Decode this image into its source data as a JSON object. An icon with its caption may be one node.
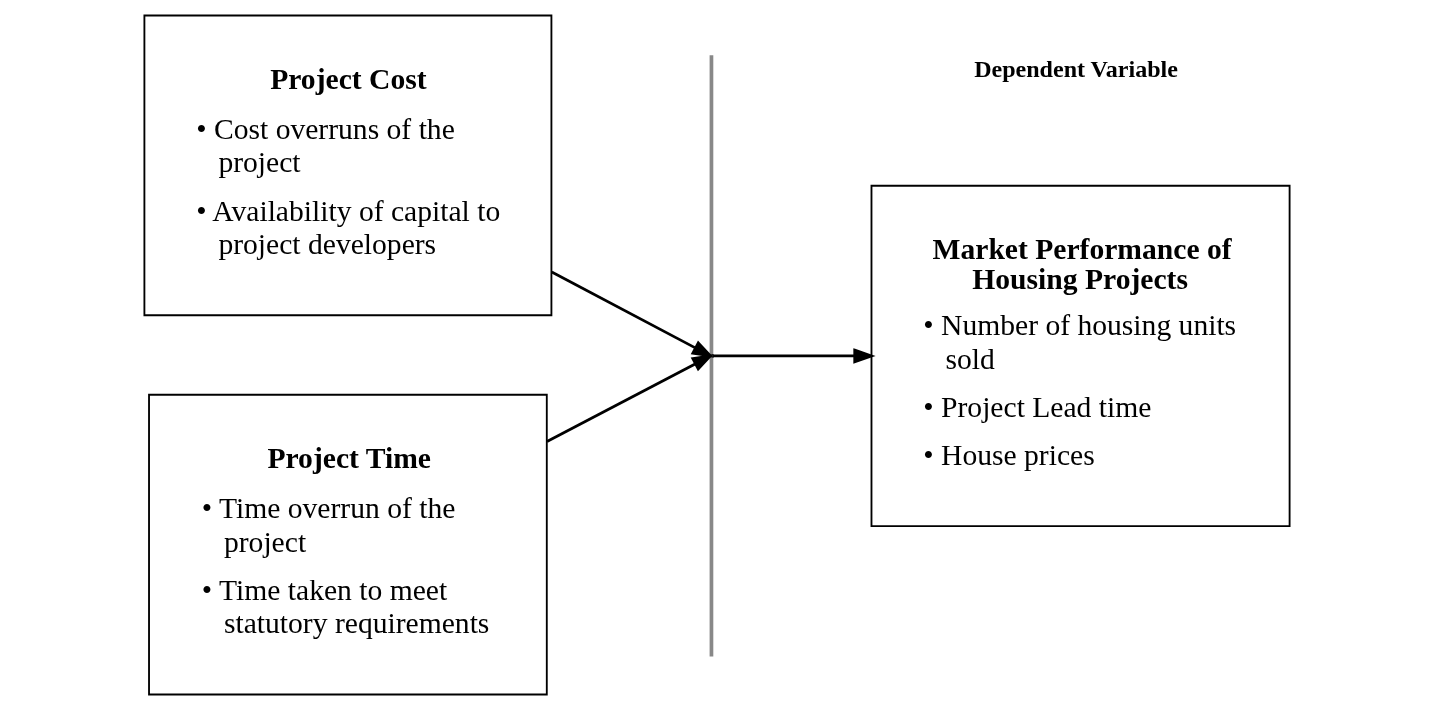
{
  "diagram": {
    "nodes": [
      {
        "text": [
          "Project Cost",
          "• Cost overruns of the project",
          "• Availability of capital to project developers"
        ]
      },
      {
        "text": [
          "Project Time",
          "• Time overrun of the project",
          "• Time taken to meet statutory requirements"
        ]
      },
      {
        "text": [],
        "shape": "bar"
      },
      {
        "text": [
          "Market Performance of Housing Projects",
          "• Number of housing units sold",
          "• Project Lead time",
          "• House prices"
        ]
      }
    ],
    "edges": [
      {
        "from": 0,
        "to": 2,
        "arrow": "to"
      },
      {
        "from": 1,
        "to": 2,
        "arrow": "to"
      },
      {
        "from": 2,
        "to": 3,
        "arrow": "to"
      }
    ],
    "labels": [
      "Dependent Variable"
    ]
  }
}
